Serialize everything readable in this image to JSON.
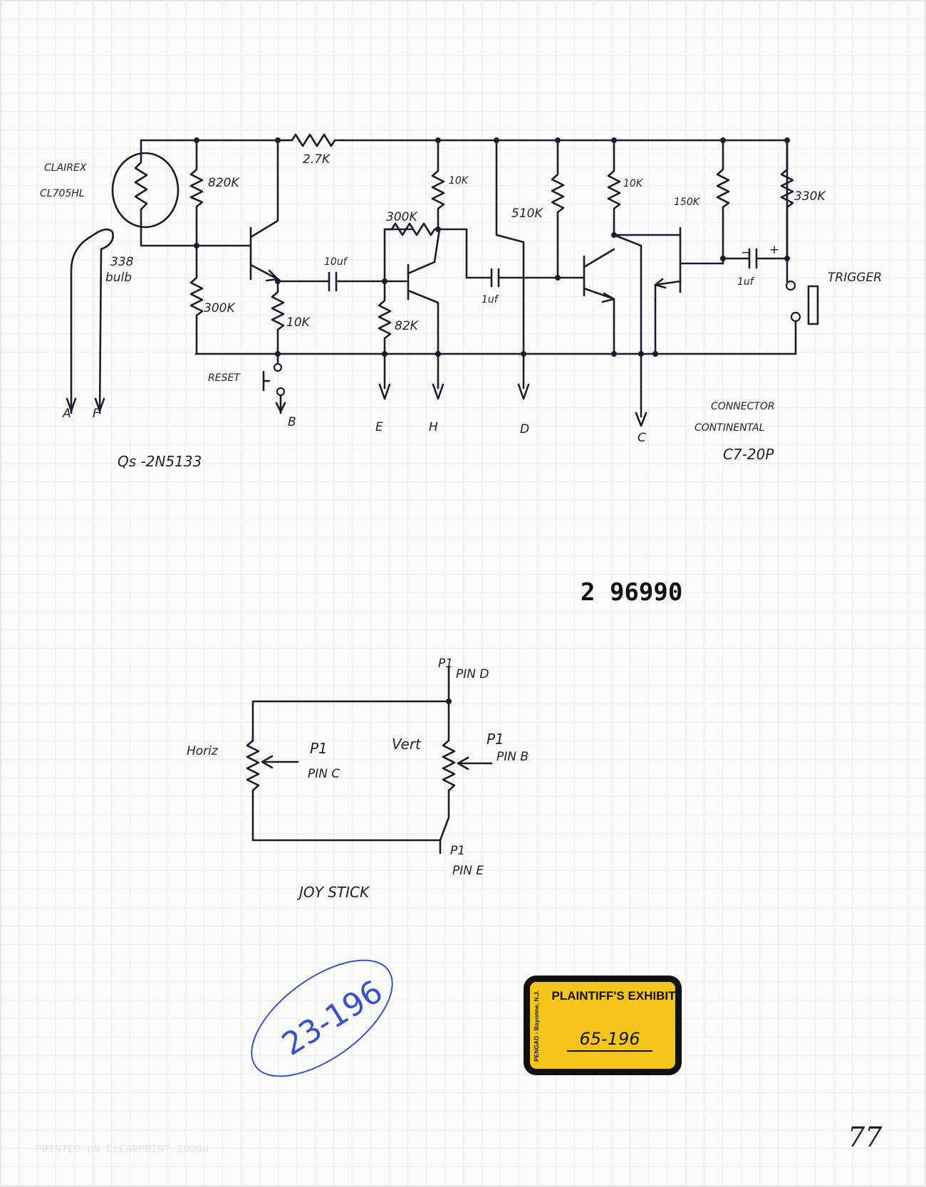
{
  "schematic": {
    "lamp_label_line1": "CLAIREX",
    "lamp_label_line2": "CL705HL",
    "bulb_label_line1": "338",
    "bulb_label_line2": "bulb",
    "r_820k": "820K",
    "r_2_7k": "2.7K",
    "r_300k_left": "300K",
    "r_10k_emitter": "10K",
    "cap_10uf": "10uf",
    "r_10k_mid": "10K",
    "r_300k_feedback": "300K",
    "r_82k": "82K",
    "r_510k": "510K",
    "cap_1uf_mid": "1uf",
    "r_10k_right": "10K",
    "r_150k": "150K",
    "r_330k": "330K",
    "cap_1uf_right": "1uf",
    "cap_polarity_minus": "−",
    "cap_polarity_plus": "+",
    "trigger_label": "TRIGGER",
    "reset_label": "RESET",
    "pin_a": "A",
    "pin_f": "F",
    "pin_b": "B",
    "pin_e": "E",
    "pin_h": "H",
    "pin_d": "D",
    "pin_c": "C",
    "connector_line1": "CONNECTOR",
    "connector_line2": "CONTINENTAL",
    "connector_line3": "C7-20P",
    "transistor_note": "Qs -2N5133"
  },
  "stamp_number": "2 96990",
  "joystick": {
    "p1_top": "P1",
    "pin_d_label": "PIN D",
    "horiz_label": "Horiz",
    "p1_c": "P1",
    "pin_c_label": "PIN C",
    "vert_label": "Vert",
    "p1_b": "P1",
    "pin_b_label": "PIN B",
    "p1_e": "P1",
    "pin_e_label": "PIN E",
    "caption": "JOY STICK"
  },
  "blue_note": "23-196",
  "exhibit_sticker": {
    "side_text": "PENGAD - Bayonne, N.J.",
    "title": "PLAINTIFF'S EXHIBIT",
    "number": "65-196"
  },
  "page_number": "77",
  "colors": {
    "ink": "#1a1c2c",
    "blue_pen": "#3a52c8",
    "sticker_yellow": "#f5c51b",
    "grid_blue": "#96aad2"
  }
}
